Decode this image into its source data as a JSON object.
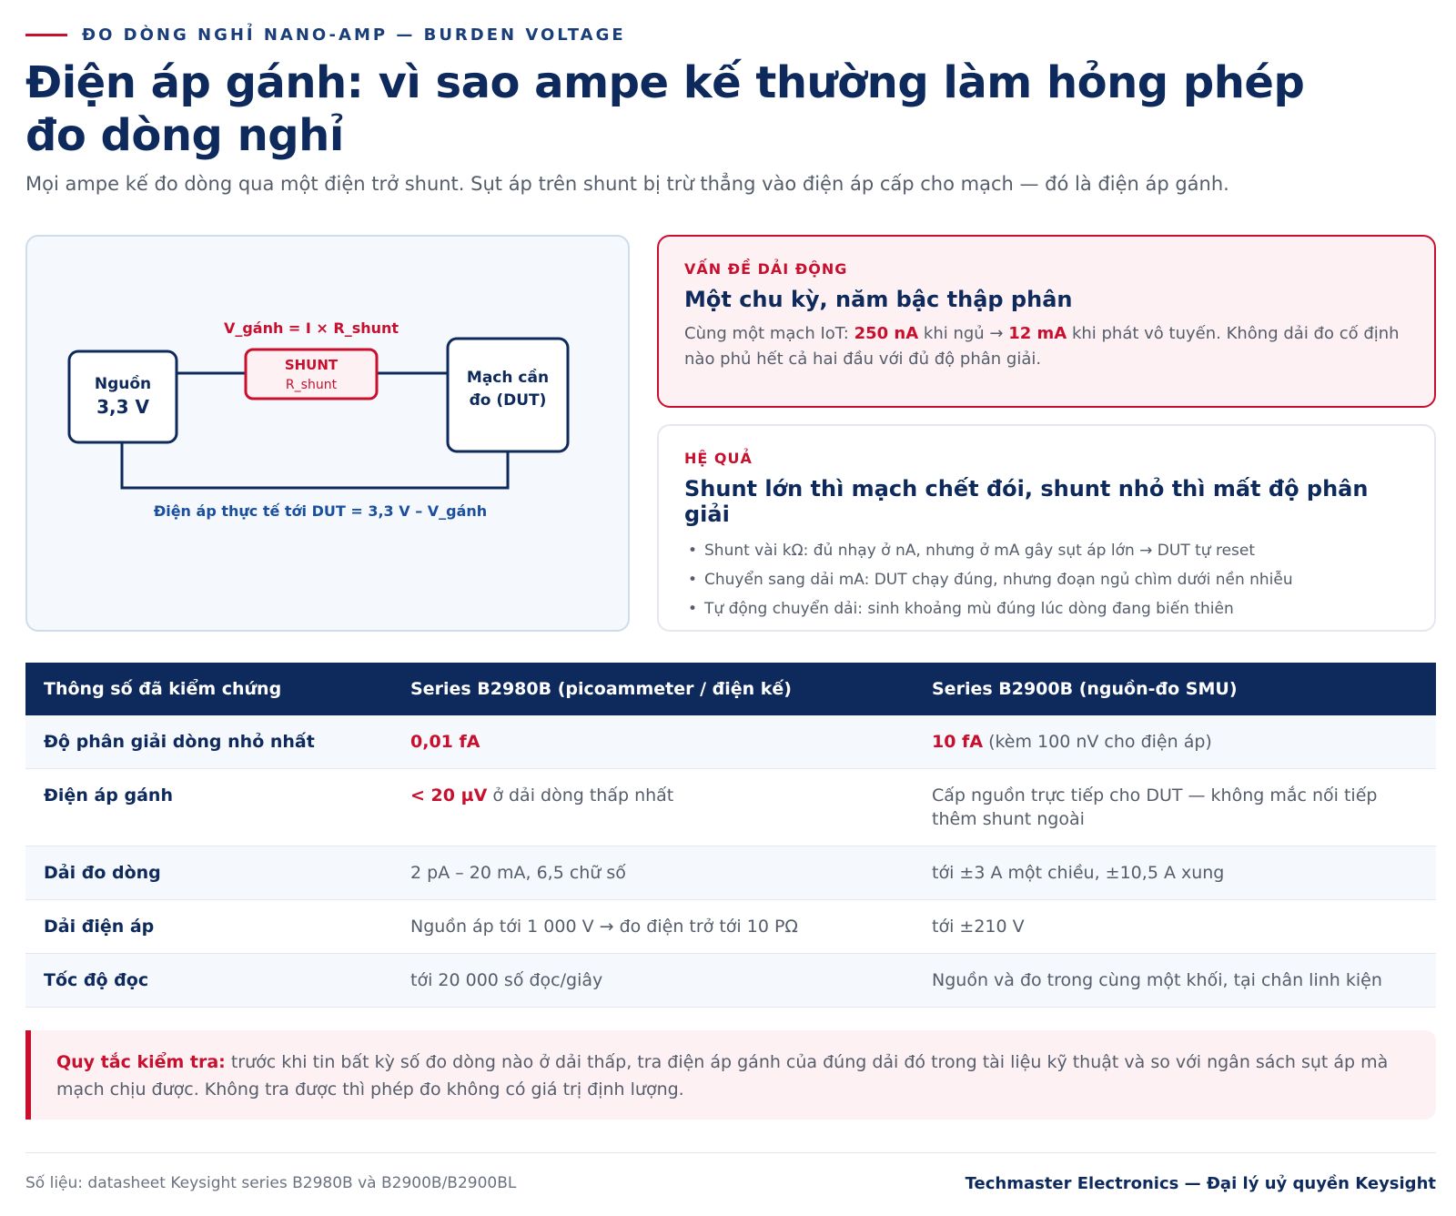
{
  "header": {
    "kicker": "ĐO DÒNG NGHỈ NANO-AMP — BURDEN VOLTAGE",
    "title": "Điện áp gánh: vì sao ampe kế thường làm hỏng phép đo dòng nghỉ",
    "subtitle": "Mọi ampe kế đo dòng qua một điện trở shunt. Sụt áp trên shunt bị trừ thẳng vào điện áp cấp cho mạch — đó là điện áp gánh."
  },
  "diagram": {
    "formula": "V_gánh = I × R_shunt",
    "source_label": "Nguồn",
    "source_value": "3,3 V",
    "shunt_label": "SHUNT",
    "shunt_sub": "R_shunt",
    "dut_line1": "Mạch cần",
    "dut_line2": "đo (DUT)",
    "caption": "Điện áp thực tế tới DUT = 3,3 V – V_gánh"
  },
  "problem": {
    "kicker": "VẤN ĐỀ DẢI ĐỘNG",
    "title": "Một chu kỳ, năm bậc thập phân",
    "text_1": "Cùng một mạch IoT: ",
    "value_1": "250 nA",
    "text_2": " khi ngủ → ",
    "value_2": "12 mA",
    "text_3": " khi phát vô tuyến. Không dải đo cố định nào phủ hết cả hai đầu với đủ độ phân giải."
  },
  "effect": {
    "kicker": "HỆ QUẢ",
    "title": "Shunt lớn thì mạch chết đói, shunt nhỏ thì mất độ phân giải",
    "bullets": [
      "Shunt vài kΩ: đủ nhạy ở nA, nhưng ở mA gây sụt áp lớn → DUT tự reset",
      "Chuyển sang dải mA: DUT chạy đúng, nhưng đoạn ngủ chìm dưới nền nhiễu",
      "Tự động chuyển dải: sinh khoảng mù đúng lúc dòng đang biến thiên"
    ]
  },
  "table": {
    "headers": [
      "Thông số đã kiểm chứng",
      "Series B2980B (picoammeter / điện kế)",
      "Series B2900B (nguồn-đo SMU)"
    ],
    "rows": [
      {
        "label": "Độ phân giải dòng nhỏ nhất",
        "b2980_hl": "0,01 fA",
        "b2980_text": "",
        "b2900_hl": "10 fA",
        "b2900_text": " (kèm 100 nV cho điện áp)"
      },
      {
        "label": "Điện áp gánh",
        "b2980_hl": "< 20 µV",
        "b2980_text": " ở dải dòng thấp nhất",
        "b2900_hl": "",
        "b2900_text": "Cấp nguồn trực tiếp cho DUT — không mắc nối tiếp thêm shunt ngoài"
      },
      {
        "label": "Dải đo dòng",
        "b2980_hl": "",
        "b2980_text": "2 pA – 20 mA, 6,5 chữ số",
        "b2900_hl": "",
        "b2900_text": "tới ±3 A một chiều, ±10,5 A xung"
      },
      {
        "label": "Dải điện áp",
        "b2980_hl": "",
        "b2980_text": "Nguồn áp tới 1 000 V → đo điện trở tới 10 PΩ",
        "b2900_hl": "",
        "b2900_text": "tới ±210 V"
      },
      {
        "label": "Tốc độ đọc",
        "b2980_hl": "",
        "b2980_text": "tới 20 000 số đọc/giây",
        "b2900_hl": "",
        "b2900_text": "Nguồn và đo trong cùng một khối, tại chân linh kiện"
      }
    ]
  },
  "rule": {
    "label": "Quy tắc kiểm tra:",
    "text": " trước khi tin bất kỳ số đo dòng nào ở dải thấp, tra điện áp gánh của đúng dải đó trong tài liệu kỹ thuật và so với ngân sách sụt áp mà mạch chịu được. Không tra được thì phép đo không có giá trị định lượng."
  },
  "footer": {
    "source": "Số liệu: datasheet Keysight series B2980B và B2900B/B2900BL",
    "brand": "Techmaster Electronics — Đại lý uỷ quyền Keysight"
  },
  "colors": {
    "navy": "#0e2a5c",
    "accent_red": "#c8102e",
    "muted_text": "#555d6b",
    "pink_bg": "#fdf1f3",
    "light_bg": "#f5f8fc"
  }
}
